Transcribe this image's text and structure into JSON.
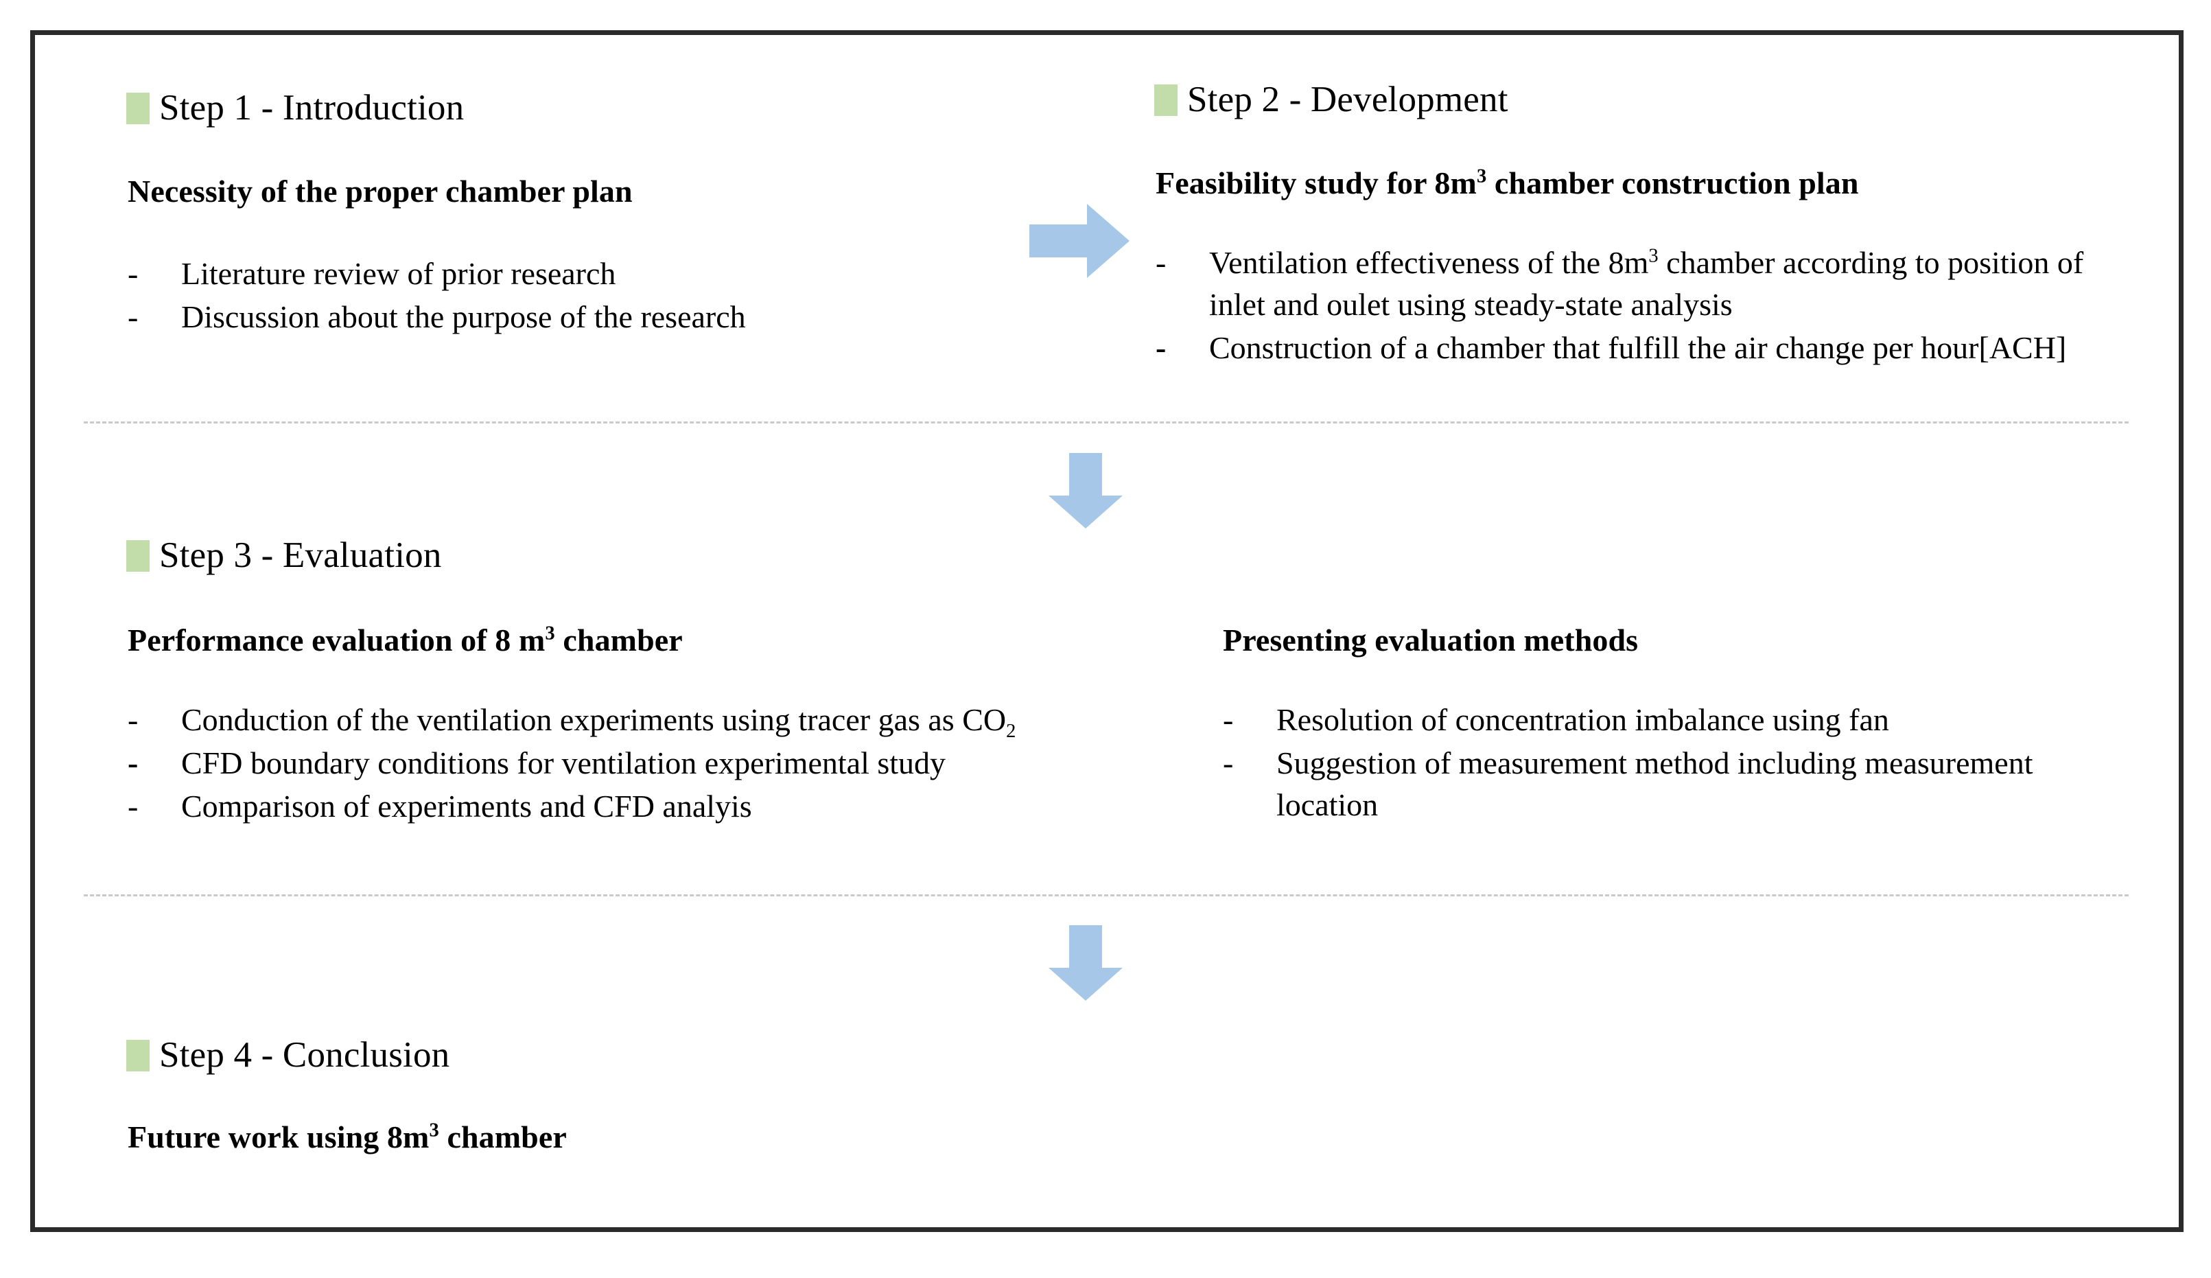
{
  "colors": {
    "chip_green": "#C2DDA9",
    "arrow_blue": "#A6C7E7",
    "frame_border": "#2B2B2B",
    "divider_gray": "#C9C9C9"
  },
  "steps": [
    {
      "id": "step-1",
      "label": "Step 1 - Introduction",
      "columns": [
        {
          "subtitle": "Necessity of the proper chamber plan",
          "bullets": [
            {
              "marker": "-",
              "marker_bold": false,
              "text": "Literature review of prior research"
            },
            {
              "marker": "-",
              "marker_bold": false,
              "text": "Discussion about the purpose of the research"
            }
          ]
        }
      ]
    },
    {
      "id": "step-2",
      "label": "Step 2 - Development",
      "columns": [
        {
          "subtitle": "Feasibility study for 8m³ chamber construction plan",
          "bullets": [
            {
              "marker": "-",
              "marker_bold": false,
              "text": "Ventilation effectiveness of the 8m³ chamber according to position of inlet and oulet using steady-state analysis"
            },
            {
              "marker": "-",
              "marker_bold": true,
              "text": "Construction of a chamber that fulfill the air change per hour[ACH]"
            }
          ]
        }
      ]
    },
    {
      "id": "step-3",
      "label": "Step 3 - Evaluation",
      "columns": [
        {
          "subtitle": "Performance evaluation of 8 m³ chamber",
          "bullets": [
            {
              "marker": "-",
              "marker_bold": false,
              "text": "Conduction of the ventilation experiments using tracer gas as CO₂"
            },
            {
              "marker": "-",
              "marker_bold": true,
              "text": "CFD boundary conditions for ventilation experimental study"
            },
            {
              "marker": "-",
              "marker_bold": false,
              "text": "Comparison of experiments and CFD analyis"
            }
          ]
        },
        {
          "subtitle": "Presenting evaluation methods",
          "bullets": [
            {
              "marker": "-",
              "marker_bold": false,
              "text": "Resolution of concentration imbalance using fan"
            },
            {
              "marker": "-",
              "marker_bold": false,
              "text": "Suggestion of measurement method including measurement location"
            }
          ]
        }
      ]
    },
    {
      "id": "step-4",
      "label": "Step 4 - Conclusion",
      "columns": [
        {
          "subtitle": "Future work using 8m³ chamber",
          "bullets": []
        }
      ]
    }
  ],
  "arrows": [
    {
      "name": "arrow-step1-to-step2",
      "direction": "right"
    },
    {
      "name": "arrow-step2-to-step3",
      "direction": "down"
    },
    {
      "name": "arrow-step3-to-step4",
      "direction": "down"
    }
  ]
}
